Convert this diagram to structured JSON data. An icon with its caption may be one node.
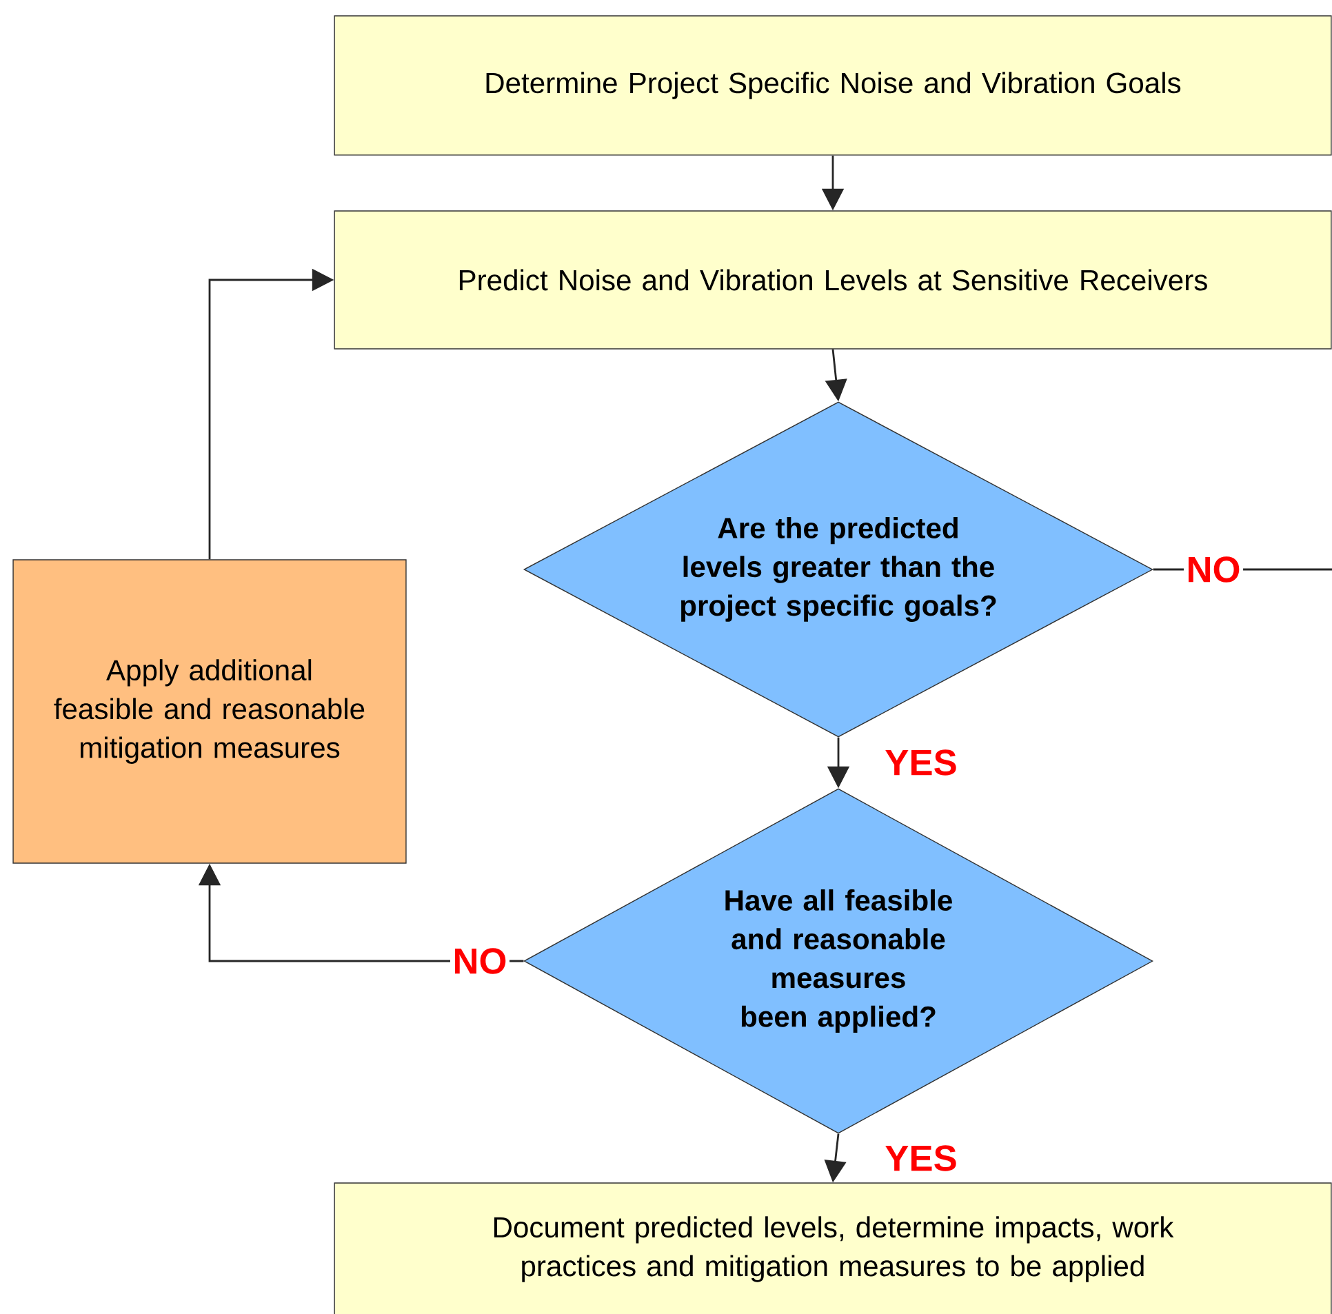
{
  "diagram": {
    "nodes": [
      {
        "text": [
          "Determine Project Specific Noise and Vibration Goals"
        ]
      },
      {
        "text": [
          "Predict Noise and Vibration Levels at Sensitive Receivers"
        ]
      },
      {
        "text": [
          "Are the predicted levels greater than the project specific goals?"
        ]
      },
      {
        "text": [
          "Have all feasible and reasonable measures been applied?"
        ]
      },
      {
        "text": [
          "Apply additional feasible and reasonable mitigation measures"
        ]
      },
      {
        "text": [
          "Document predicted levels, determine impacts, work practices and mitigation measures to be applied"
        ]
      }
    ],
    "edges": [
      {
        "from": 0,
        "to": 1,
        "arrow": "to"
      },
      {
        "from": 1,
        "to": 2,
        "arrow": "to"
      },
      {
        "from": 2,
        "to": 3,
        "arrow": "to",
        "label": "YES"
      },
      {
        "from": 3,
        "to": 5,
        "arrow": "to",
        "label": "YES"
      },
      {
        "from": 3,
        "to": 4,
        "arrow": "to",
        "label": "NO"
      },
      {
        "from": 4,
        "to": 1,
        "arrow": "to"
      },
      {
        "from": 2,
        "to": null,
        "arrow": "none",
        "label": "NO"
      }
    ]
  }
}
